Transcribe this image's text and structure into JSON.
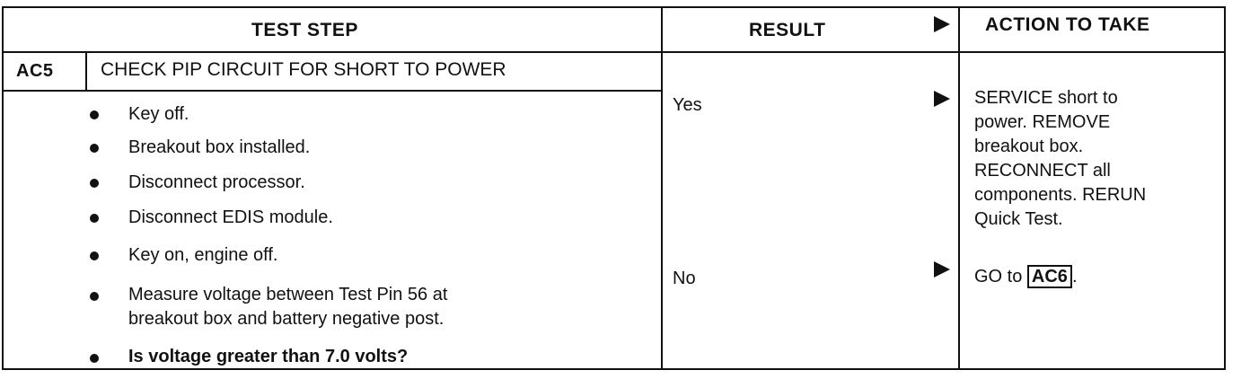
{
  "headers": {
    "test_step": "TEST STEP",
    "result": "RESULT",
    "action": "ACTION TO TAKE"
  },
  "step": {
    "id": "AC5",
    "title": "CHECK PIP CIRCUIT FOR SHORT TO POWER"
  },
  "bullets": [
    "Key off.",
    "Breakout box installed.",
    "Disconnect processor.",
    "Disconnect EDIS module.",
    "Key on, engine off.",
    "Measure voltage between Test Pin 56 at",
    "breakout box and battery negative post.",
    "Is voltage greater than 7.0 volts?"
  ],
  "results": {
    "yes": "Yes",
    "no": "No"
  },
  "actions": {
    "yes_lines": [
      "SERVICE short to",
      "power. REMOVE",
      "breakout box.",
      "RECONNECT all",
      "components. RERUN",
      "Quick Test."
    ],
    "no_prefix": "GO to",
    "no_ref": "AC6",
    "no_suffix": "."
  },
  "icons": {
    "arrow": "right-triangle-icon",
    "bullet": "bullet-icon"
  }
}
